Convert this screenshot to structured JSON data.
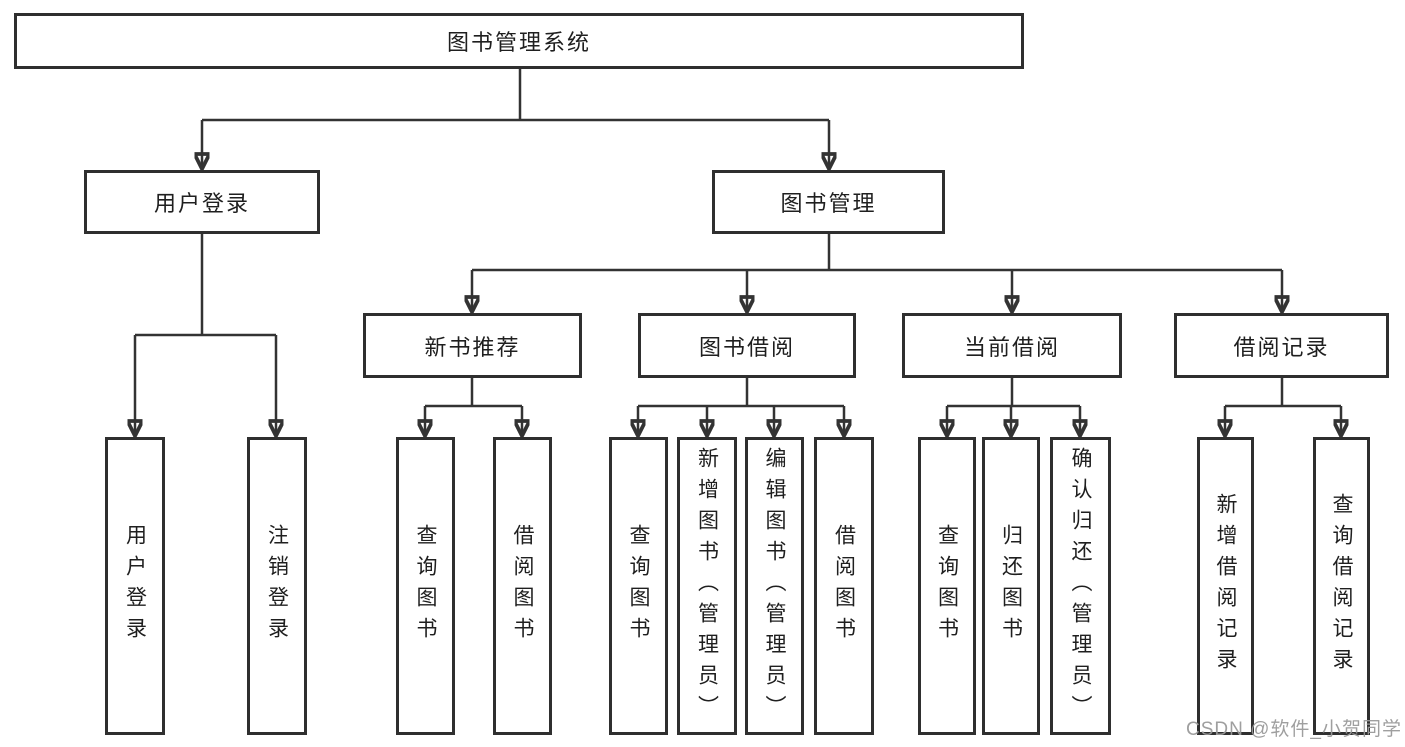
{
  "diagram": {
    "title": "图书管理系统",
    "root": {
      "label": "图书管理系统"
    },
    "level2": [
      {
        "label": "用户登录"
      },
      {
        "label": "图书管理"
      }
    ],
    "level3": [
      {
        "label": "新书推荐"
      },
      {
        "label": "图书借阅"
      },
      {
        "label": "当前借阅"
      },
      {
        "label": "借阅记录"
      }
    ],
    "leaves": [
      {
        "label": "用户登录"
      },
      {
        "label": "注销登录"
      },
      {
        "label": "查询图书"
      },
      {
        "label": "借阅图书"
      },
      {
        "label": "查询图书"
      },
      {
        "label": "新增图书（管理员）"
      },
      {
        "label": "编辑图书（管理员）"
      },
      {
        "label": "借阅图书"
      },
      {
        "label": "查询图书"
      },
      {
        "label": "归还图书"
      },
      {
        "label": "确认归还（管理员）"
      },
      {
        "label": "新增借阅记录"
      },
      {
        "label": "查询借阅记录"
      }
    ],
    "watermark": "CSDN @软件_小贺同学",
    "colors": {
      "line": "#333333",
      "box_border": "#2f2f2f",
      "box_fill": "#ffffff",
      "text": "#1f1f1f",
      "watermark": "#9a9a9a"
    }
  }
}
